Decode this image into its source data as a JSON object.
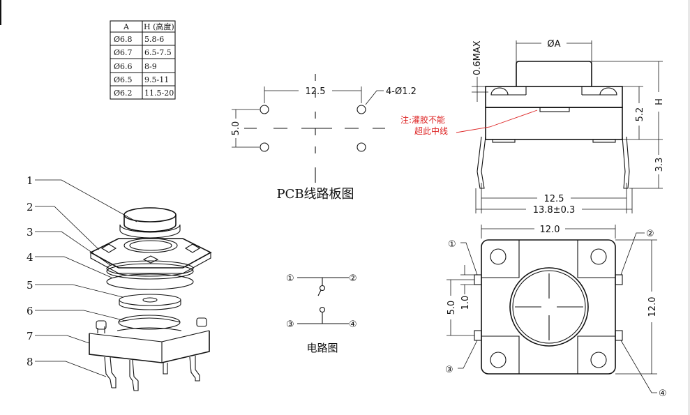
{
  "spec_table": {
    "headers": [
      "A",
      "H (高度)"
    ],
    "rows": [
      [
        "Ø6.8",
        "5.8-6"
      ],
      [
        "Ø6.7",
        "6.5-7.5"
      ],
      [
        "Ø6.6",
        "8-9"
      ],
      [
        "Ø6.5",
        "9.5-11"
      ],
      [
        "Ø6.2",
        "11.5-20"
      ]
    ]
  },
  "exploded_parts": [
    "1",
    "2",
    "3",
    "4",
    "5",
    "6",
    "7",
    "8"
  ],
  "pcb": {
    "dim_pitch": "12.5",
    "dim_holes": "4-Ø1.2",
    "dim_vertical": "5.0",
    "caption": "PCB线路板图"
  },
  "circuit": {
    "terminals": [
      "①",
      "②",
      "③",
      "④"
    ],
    "caption": "电路图"
  },
  "side_view": {
    "dim_a": "ØA",
    "dim_max": "0.6MAX",
    "dim_52": "5.2",
    "dim_h": "H",
    "dim_33": "3.3",
    "dim_125": "12.5",
    "dim_138": "13.8±0.3",
    "note_line1": "注:灌胶不能",
    "note_line2": "超此中线"
  },
  "top_view": {
    "dim_width": "12.0",
    "dim_height": "12.0",
    "dim_50": "5.0",
    "dim_10": "1.0",
    "terminals": [
      "①",
      "②",
      "③",
      "④"
    ]
  }
}
